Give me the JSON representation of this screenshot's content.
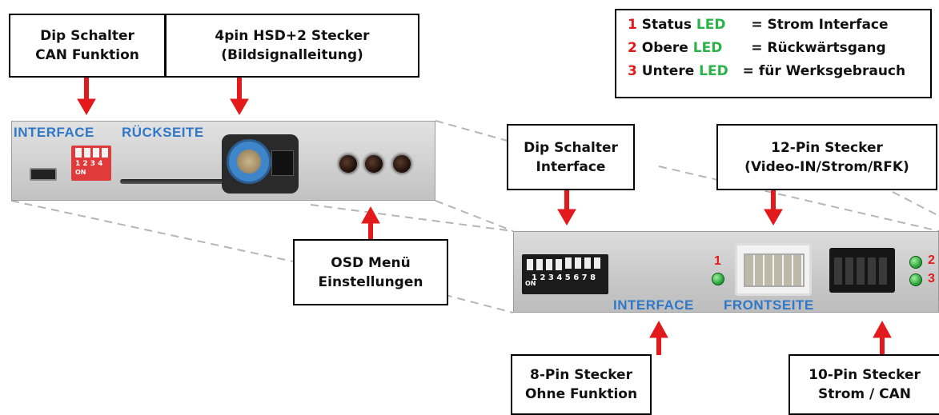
{
  "callouts": {
    "dip_can": [
      "Dip Schalter",
      "CAN Funktion"
    ],
    "hsd": [
      "4pin HSD+2 Stecker",
      "(Bildsignalleitung)"
    ],
    "osd": [
      "OSD Menü",
      "Einstellungen"
    ],
    "dip_interface": [
      "Dip Schalter",
      "Interface"
    ],
    "pin12": [
      "12-Pin Stecker",
      "(Video-IN/Strom/RFK)"
    ],
    "pin8": [
      "8-Pin Stecker",
      "Ohne Funktion"
    ],
    "pin10": [
      "10-Pin Stecker",
      "Strom / CAN"
    ]
  },
  "legend": [
    {
      "num": "1",
      "pre": "Status ",
      "led": "LED",
      "post": "= Strom Interface"
    },
    {
      "num": "2",
      "pre": "Obere ",
      "led": "LED",
      "post": "= Rückwärtsgang"
    },
    {
      "num": "3",
      "pre": "Untere ",
      "led": "LED",
      "post": "= für Werksgebrauch"
    }
  ],
  "device_back": {
    "label_a": "INTERFACE",
    "label_b": "RÜCKSEITE",
    "dip_numbers": "1 2 3 4",
    "dip_on": "ON"
  },
  "device_front": {
    "label_a": "INTERFACE",
    "label_b": "FRONTSEITE",
    "dip_numbers": "1 2 3 4 5 6 7 8",
    "dip_on": "ON",
    "led1": "1",
    "led2": "2",
    "led3": "3"
  },
  "colors": {
    "arrow": "#e31a1c",
    "label_blue": "#2f78c8",
    "led_green": "#2bb34a",
    "number_red": "#e31a1c"
  }
}
